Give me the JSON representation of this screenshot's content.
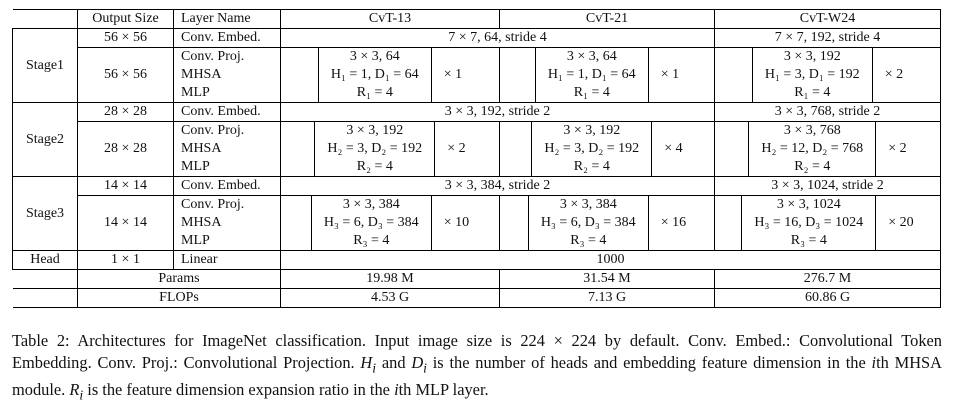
{
  "header": {
    "output_size": "Output Size",
    "layer_name": "Layer Name",
    "cvt13": "CvT-13",
    "cvt21": "CvT-21",
    "cvtw24": "CvT-W24"
  },
  "stage1": {
    "label": "Stage1",
    "embed_size": "56 × 56",
    "embed_layer": "Conv. Embed.",
    "embed_13_21": "7 × 7, 64, stride 4",
    "embed_w24": "7 × 7, 192, stride 4",
    "block_size": "56 × 56",
    "layers": [
      "Conv. Proj.",
      "MHSA",
      "MLP"
    ],
    "cvt13": {
      "lines": [
        "3 × 3, 64",
        "H₁ = 1, D₁ = 64",
        "R₁ = 4"
      ],
      "mult": "× 1"
    },
    "cvt21": {
      "lines": [
        "3 × 3, 64",
        "H₁ = 1, D₁ = 64",
        "R₁ = 4"
      ],
      "mult": "× 1"
    },
    "cvtw24": {
      "lines": [
        "3 × 3, 192",
        "H₁ = 3, D₁ = 192",
        "R₁ = 4"
      ],
      "mult": "× 2"
    }
  },
  "stage2": {
    "label": "Stage2",
    "embed_size": "28 × 28",
    "embed_layer": "Conv. Embed.",
    "embed_13_21": "3 × 3, 192, stride 2",
    "embed_w24": "3 × 3, 768, stride 2",
    "block_size": "28 × 28",
    "layers": [
      "Conv. Proj.",
      "MHSA",
      "MLP"
    ],
    "cvt13": {
      "lines": [
        "3 × 3, 192",
        "H₂ = 3, D₂ = 192",
        "R₂ = 4"
      ],
      "mult": "× 2"
    },
    "cvt21": {
      "lines": [
        "3 × 3, 192",
        "H₂ = 3, D₂ = 192",
        "R₂ = 4"
      ],
      "mult": "× 4"
    },
    "cvtw24": {
      "lines": [
        "3 × 3, 768",
        "H₂ = 12, D₂ = 768",
        "R₂ = 4"
      ],
      "mult": "× 2"
    }
  },
  "stage3": {
    "label": "Stage3",
    "embed_size": "14 × 14",
    "embed_layer": "Conv. Embed.",
    "embed_13_21": "3 × 3, 384, stride 2",
    "embed_w24": "3 × 3, 1024, stride 2",
    "block_size": "14 × 14",
    "layers": [
      "Conv. Proj.",
      "MHSA",
      "MLP"
    ],
    "cvt13": {
      "lines": [
        "3 × 3, 384",
        "H₃ = 6, D₃ = 384",
        "R₃ = 4"
      ],
      "mult": "× 10"
    },
    "cvt21": {
      "lines": [
        "3 × 3, 384",
        "H₃ = 6, D₃ = 384",
        "R₃ = 4"
      ],
      "mult": "× 16"
    },
    "cvtw24": {
      "lines": [
        "3 × 3, 1024",
        "H₃ = 16, D₃ = 1024",
        "R₃ = 4"
      ],
      "mult": "× 20"
    }
  },
  "head": {
    "label": "Head",
    "size": "1 × 1",
    "layer": "Linear",
    "value": "1000"
  },
  "params": {
    "label": "Params",
    "cvt13": "19.98 M",
    "cvt21": "31.54 M",
    "cvtw24": "276.7 M"
  },
  "flops": {
    "label": "FLOPs",
    "cvt13": "4.53 G",
    "cvt21": "7.13 G",
    "cvtw24": "60.86 G"
  },
  "caption": {
    "p1": "Table 2: Architectures for ImageNet classification. Input image size is 224 × 224 by default. Conv. Embed.: Convolutional Token Embedding. Conv. Proj.: Convolutional Projection. ",
    "h": "H",
    "sub_i": "i",
    "and": " and ",
    "d": "D",
    "p2": " is the number of heads and embedding feature dimension in the ",
    "ith1": "i",
    "p3": "th MHSA module. ",
    "r": "R",
    "p4": " is the feature dimension expansion ratio in the ",
    "ith2": "i",
    "p5": "th MLP layer."
  }
}
